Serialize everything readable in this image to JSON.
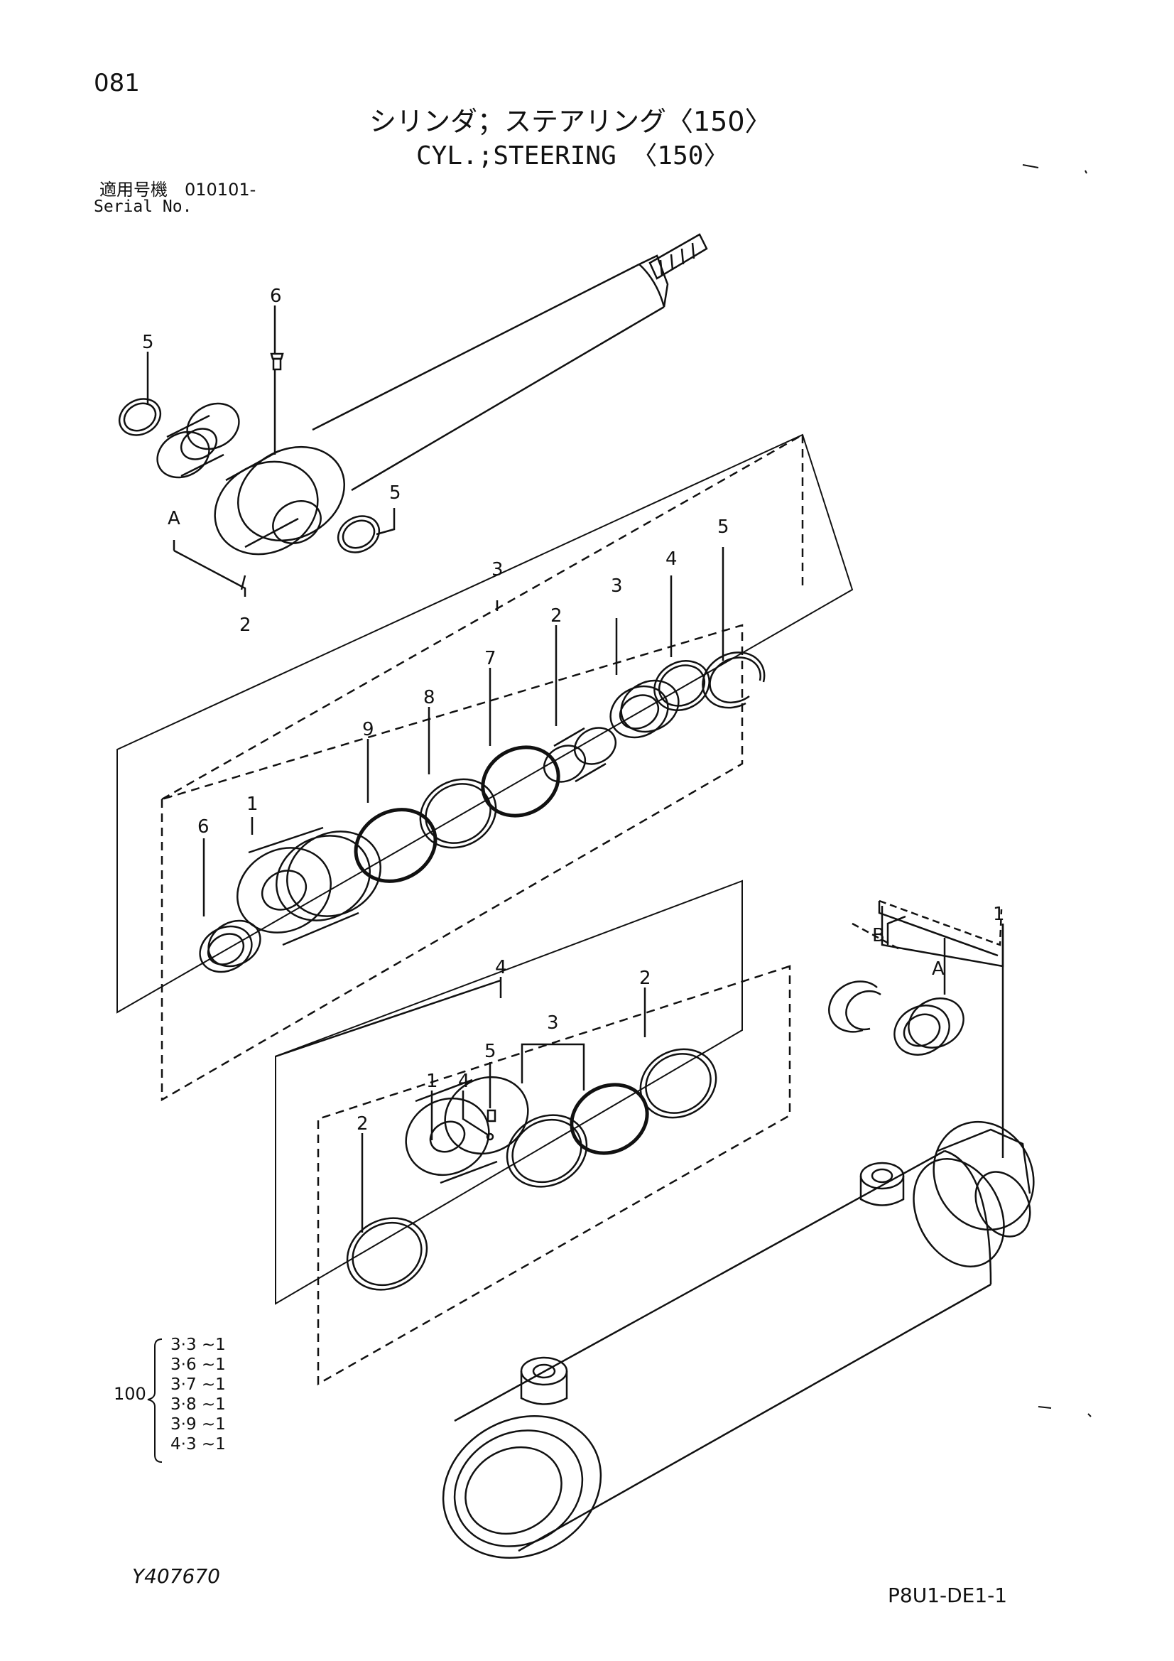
{
  "page": {
    "number": "081",
    "title_jp": "シリンダ；ステアリング〈150〉",
    "title_en": "CYL.;STEERING 〈150〉",
    "serial_label_jp": "適用号機　010101-",
    "serial_label_en": "Serial No.",
    "drawing_id": "Y407670",
    "page_code": "P8U1-DE1-1"
  },
  "kit": {
    "number": "100",
    "items": [
      "3·3 ~1",
      "3·6 ~1",
      "3·7 ~1",
      "3·8 ~1",
      "3·9 ~1",
      "4·3 ~1"
    ]
  },
  "callouts": {
    "rod_group": [
      "6",
      "5",
      "A",
      "5",
      "2"
    ],
    "head_group": [
      "3",
      "6",
      "1",
      "9",
      "8",
      "7",
      "2",
      "3",
      "4",
      "5"
    ],
    "piston_group": [
      "4",
      "2",
      "1",
      "4",
      "5",
      "3",
      "2"
    ],
    "tube_group": [
      "1",
      "B",
      "A"
    ]
  }
}
